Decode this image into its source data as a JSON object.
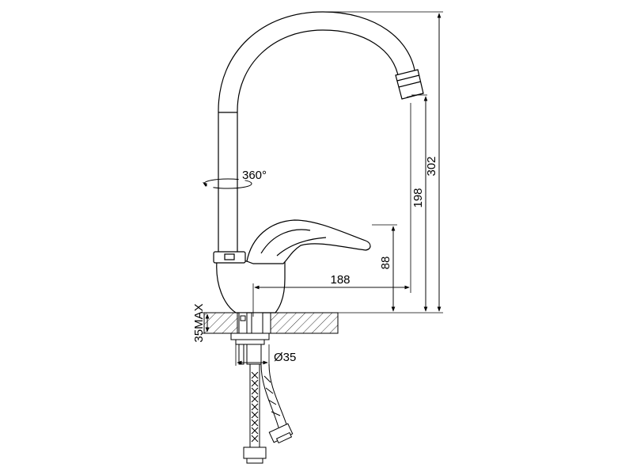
{
  "dimensions": {
    "height_total": "302",
    "height_spout": "198",
    "height_lever": "88",
    "reach": "188",
    "rotation": "360°",
    "mount_thickness": "35MAX",
    "hole_diameter": "Ø35"
  },
  "colors": {
    "line": "#000000",
    "hatch": "#000000",
    "background": "#ffffff"
  }
}
